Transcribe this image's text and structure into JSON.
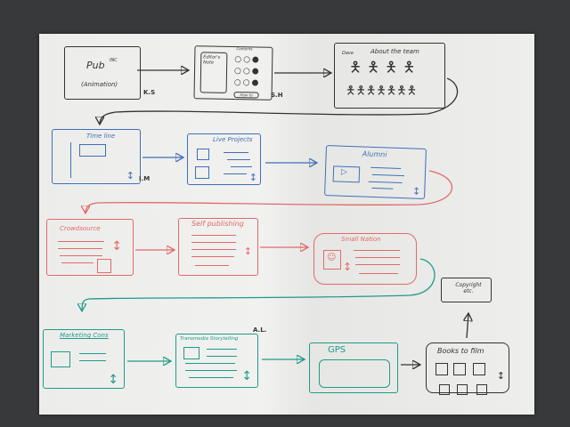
{
  "screens": [
    {
      "id": "pub",
      "title": "Pub",
      "superscript": "INC",
      "subtitle": "(Animation)",
      "initials": "K.S",
      "color": "#333333"
    },
    {
      "id": "editor",
      "title": "Editor's Note",
      "contents_label": "Contents",
      "button_label": "How to",
      "initials": "S.H",
      "color": "#333333"
    },
    {
      "id": "team",
      "title": "About the team",
      "label": "Dave",
      "color": "#333333"
    },
    {
      "id": "timeline",
      "title": "Time line",
      "initials": "I.M",
      "color": "#3f6fb8"
    },
    {
      "id": "live",
      "title": "Live Projects",
      "color": "#3f6fb8"
    },
    {
      "id": "alumni",
      "title": "Alumni",
      "color": "#3f6fb8"
    },
    {
      "id": "crowd",
      "title": "Crowdsource",
      "color": "#e06a6a"
    },
    {
      "id": "selfpub",
      "title": "Self publishing",
      "color": "#e06a6a"
    },
    {
      "id": "smallnation",
      "title": "Small Nation",
      "color": "#e06a6a"
    },
    {
      "id": "marketing",
      "title": "Marketing Cons",
      "color": "#1f9a8c"
    },
    {
      "id": "transmedia",
      "title": "Transmedia Storytelling",
      "initials": "A.L.",
      "color": "#1f9a8c"
    },
    {
      "id": "gps",
      "title": "GPS",
      "color": "#1f9a8c"
    },
    {
      "id": "books",
      "title": "Books to film",
      "color": "#333333"
    },
    {
      "id": "copyright",
      "title": "Copyright etc.",
      "color": "#333333"
    }
  ]
}
